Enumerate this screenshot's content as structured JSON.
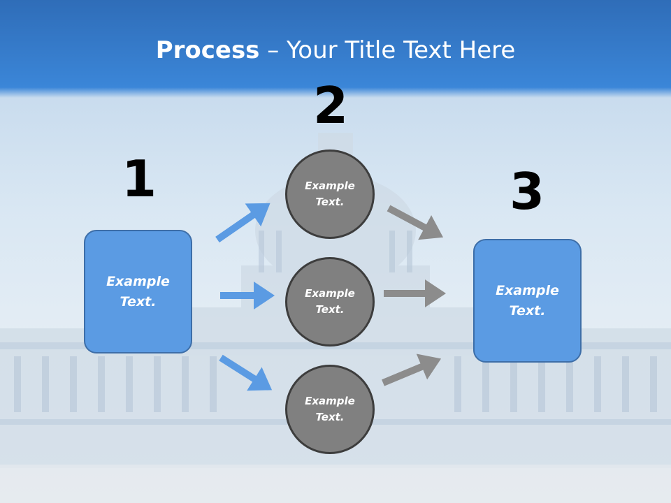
{
  "title": {
    "bold": "Process",
    "rest": " – Your Title Text Here"
  },
  "steps": [
    {
      "number": "1"
    },
    {
      "number": "2"
    },
    {
      "number": "3"
    }
  ],
  "left_box": {
    "text": "Example\nText."
  },
  "right_box": {
    "text": "Example\nText."
  },
  "circles": [
    {
      "text": "Example\nText."
    },
    {
      "text": "Example\nText."
    },
    {
      "text": "Example\nText."
    }
  ],
  "colors": {
    "blue_box": "#5b9be3",
    "blue_arrow": "#5b9be3",
    "gray_circle": "#808080",
    "gray_arrow": "#8c8c8c",
    "title_band": "#3b86d8"
  }
}
